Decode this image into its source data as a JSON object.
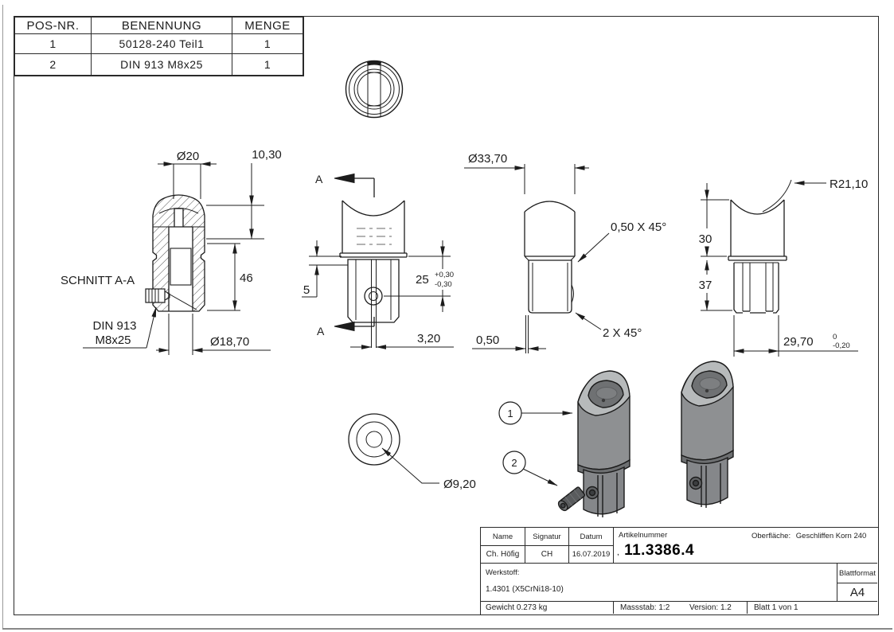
{
  "bom": {
    "headers": [
      "POS-NR.",
      "BENENNUNG",
      "MENGE"
    ],
    "rows": [
      [
        "1",
        "50128-240 Teil1",
        "1"
      ],
      [
        "2",
        "DIN 913 M8x25",
        "1"
      ]
    ]
  },
  "drawing": {
    "section_label": "SCHNITT A-A",
    "din_note_line1": "DIN 913",
    "din_note_line2": "M8x25",
    "section_arrow_label": "A",
    "dims": {
      "dia_20": "Ø20",
      "h_10_30": "10,30",
      "h_46": "46",
      "dia_18_70": "Ø18,70",
      "w_5": "5",
      "w_25": "25",
      "w_25_tol_plus": "+0,30",
      "w_25_tol_minus": "-0,30",
      "w_3_20": "3,20",
      "dia_33_70": "Ø33,70",
      "chamfer_0_50": "0,50 X 45°",
      "chamfer_2": "2 X 45°",
      "w_0_50": "0,50",
      "r_21_10": "R21,10",
      "h_30": "30",
      "h_37": "37",
      "w_29_70": "29,70",
      "w_29_70_tol_upper": "0",
      "w_29_70_tol_lower": "-0,20",
      "dia_9_20": "Ø9,20"
    },
    "balloons": {
      "b1": "1",
      "b2": "2"
    }
  },
  "title_block": {
    "name_label": "Name",
    "signatur_label": "Signatur",
    "datum_label": "Datum",
    "name_value": "Ch. Höfig",
    "signatur_value": "CH",
    "datum_value": "16.07.2019",
    "artikelnummer_label": "Artikelnummer",
    "artikelnummer_prefix": ",",
    "artikelnummer_value": "11.3386.4",
    "oberflaeche_label": "Oberfläche:",
    "oberflaeche_value": "Geschliffen Korn 240",
    "werkstoff_label": "Werkstoff:",
    "werkstoff_value": "1.4301 (X5CrNi18-10)",
    "blattformat_label": "Blattformat",
    "blattformat_value": "A4",
    "gewicht": "Gewicht 0.273 kg",
    "massstab": "Massstab: 1:2",
    "version": "Version: 1.2",
    "blatt": "Blatt 1 von 1"
  },
  "colors": {
    "line": "#1c1c1c",
    "hidden_gray": "#9a9a9a",
    "part_gray": "#8e9092",
    "part_gray_dark": "#6d6f71",
    "part_gray_light": "#b7babb"
  }
}
